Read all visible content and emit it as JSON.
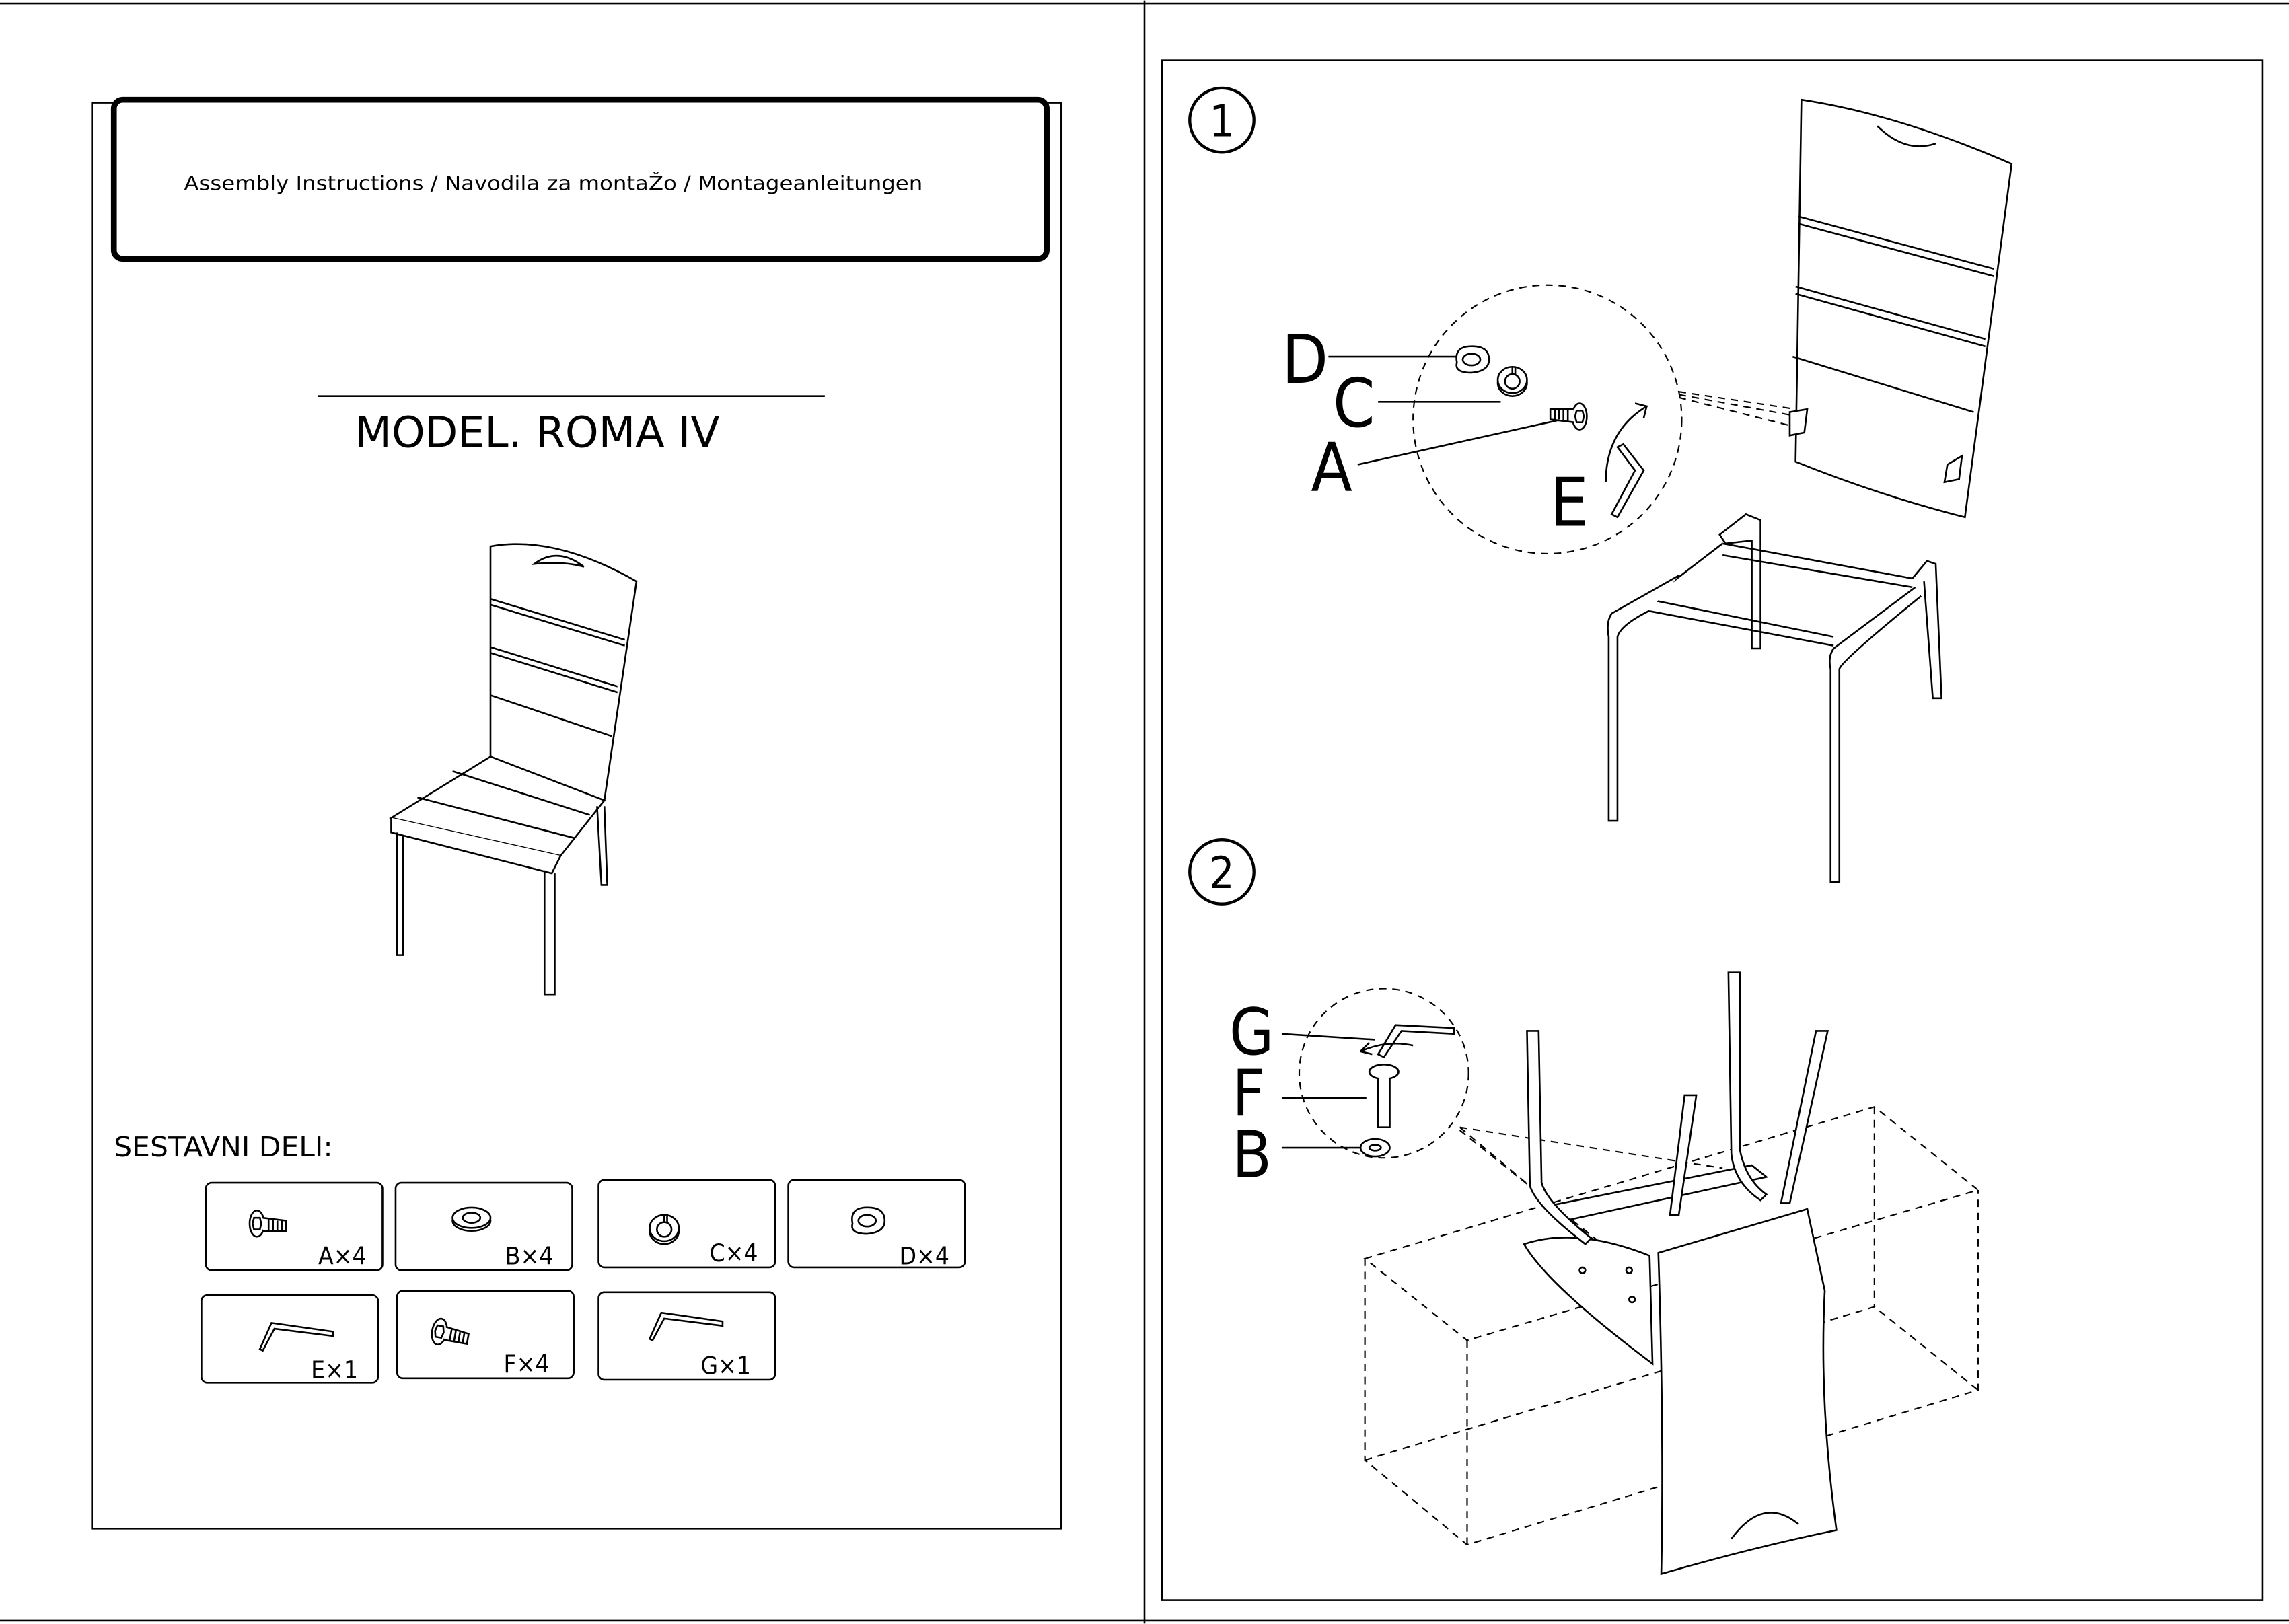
{
  "header": {
    "title": "Assembly Instructions / Navodila za montaŽo / Montageanleitungen"
  },
  "model": {
    "label": "MODEL. ROMA IV"
  },
  "parts": {
    "heading": "SESTAVNI DELI:",
    "items": [
      {
        "letter": "A",
        "qty_label": "A×4",
        "icon": "bolt-short-icon"
      },
      {
        "letter": "B",
        "qty_label": "B×4",
        "icon": "flat-washer-icon"
      },
      {
        "letter": "C",
        "qty_label": "C×4",
        "icon": "spring-washer-icon"
      },
      {
        "letter": "D",
        "qty_label": "D×4",
        "icon": "curved-washer-icon"
      },
      {
        "letter": "E",
        "qty_label": "E×1",
        "icon": "allen-key-icon"
      },
      {
        "letter": "F",
        "qty_label": "F×4",
        "icon": "bolt-long-icon"
      },
      {
        "letter": "G",
        "qty_label": "G×1",
        "icon": "allen-key-icon"
      }
    ]
  },
  "steps": [
    {
      "number": "1",
      "labels": [
        "D",
        "C",
        "A",
        "E"
      ]
    },
    {
      "number": "2",
      "labels": [
        "G",
        "F",
        "B"
      ]
    }
  ]
}
